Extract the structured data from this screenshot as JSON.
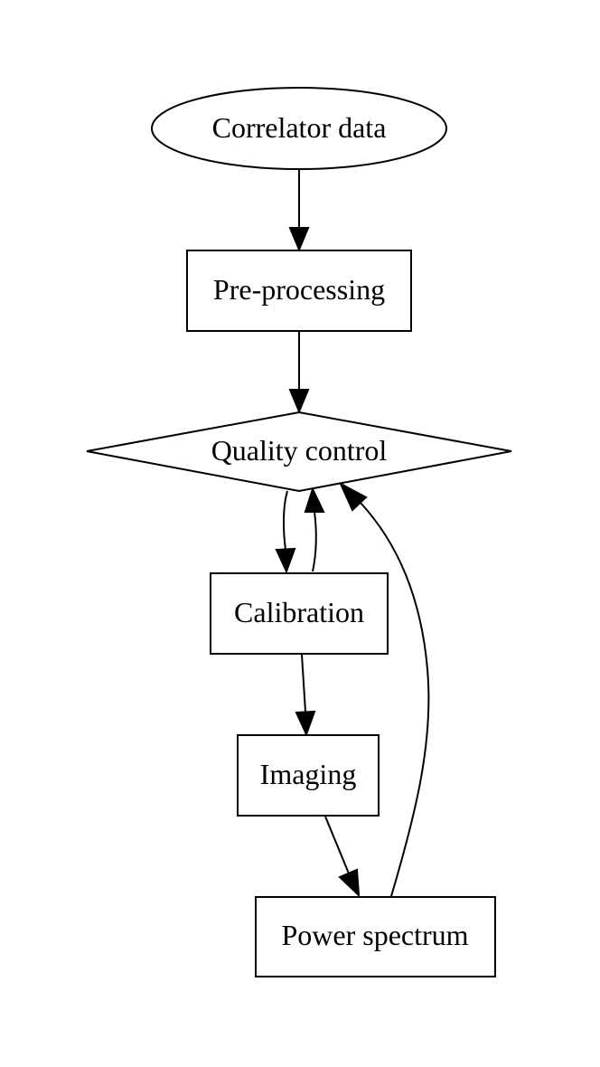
{
  "diagram": {
    "nodes": {
      "correlator": {
        "label": "Correlator data",
        "shape": "ellipse"
      },
      "preprocessing": {
        "label": "Pre-processing",
        "shape": "box"
      },
      "quality": {
        "label": "Quality control",
        "shape": "diamond"
      },
      "calibration": {
        "label": "Calibration",
        "shape": "box"
      },
      "imaging": {
        "label": "Imaging",
        "shape": "box"
      },
      "power": {
        "label": "Power spectrum",
        "shape": "box"
      }
    },
    "edges": [
      {
        "from": "Correlator data",
        "to": "Pre-processing"
      },
      {
        "from": "Pre-processing",
        "to": "Quality control"
      },
      {
        "from": "Quality control",
        "to": "Calibration"
      },
      {
        "from": "Calibration",
        "to": "Quality control"
      },
      {
        "from": "Calibration",
        "to": "Imaging"
      },
      {
        "from": "Imaging",
        "to": "Power spectrum"
      },
      {
        "from": "Power spectrum",
        "to": "Quality control"
      }
    ],
    "colors": {
      "stroke": "#000000",
      "fill": "#ffffff"
    }
  }
}
